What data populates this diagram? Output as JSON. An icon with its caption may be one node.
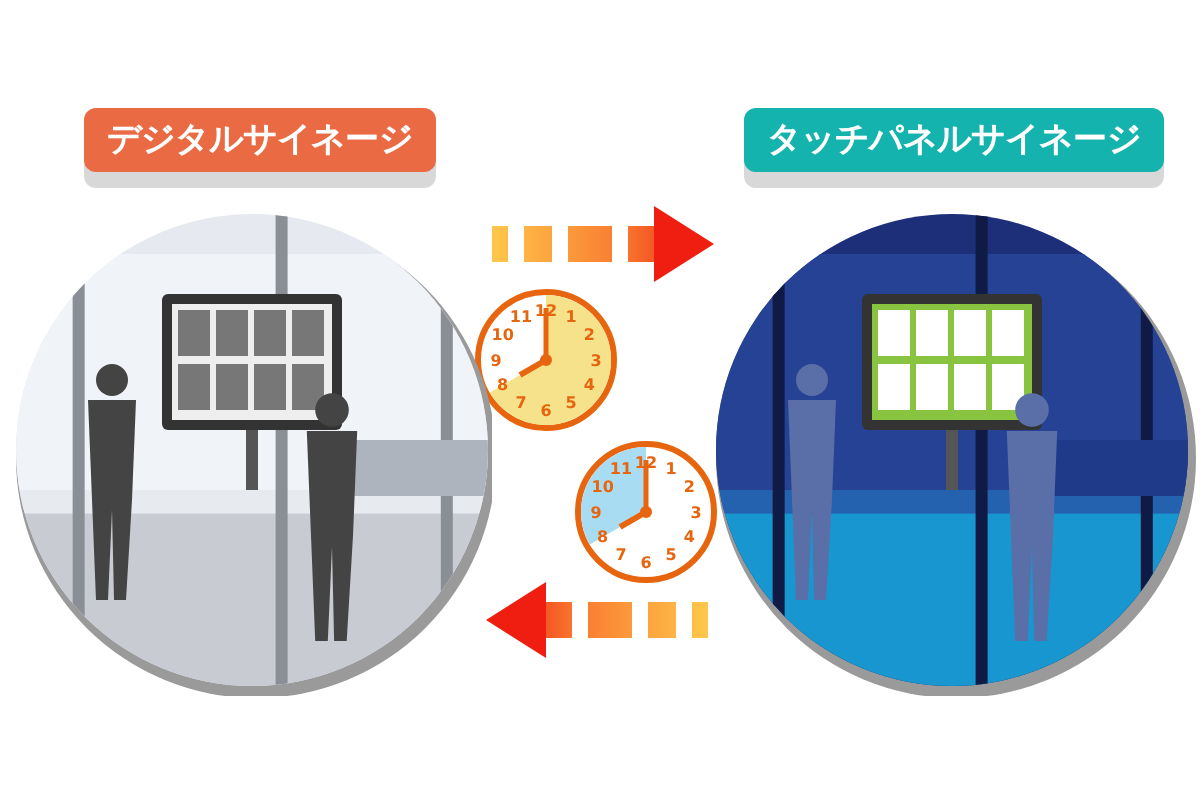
{
  "diagram": {
    "nodes": [
      {
        "text": [
          "デジタルサイネージ"
        ]
      },
      {
        "text": [
          "タッチパネルサイネージ"
        ]
      }
    ],
    "edges": [
      {
        "from": 0,
        "to": 1,
        "arrow": "to",
        "style": "dashed"
      },
      {
        "from": 1,
        "to": 0,
        "arrow": "to",
        "style": "dashed"
      }
    ],
    "labels": [
      "12",
      "1",
      "2",
      "3",
      "4",
      "5",
      "6",
      "7",
      "8",
      "9",
      "10",
      "11",
      "12",
      "1",
      "2",
      "3",
      "4",
      "5",
      "6",
      "7",
      "8",
      "9",
      "10",
      "11"
    ]
  }
}
